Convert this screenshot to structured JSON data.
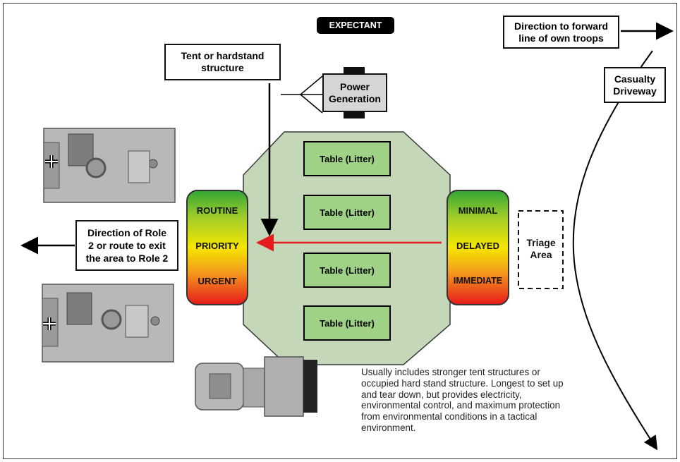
{
  "expectant": "EXPECTANT",
  "tent_label": "Tent or hardstand\nstructure",
  "power_label": "Power\nGeneration",
  "forward_label": "Direction to forward\nline of own troops",
  "driveway_label": "Casualty\nDriveway",
  "role2_label": "Direction of Role\n2 or route to exit\nthe area to Role 2",
  "triage_label": "Triage\nArea",
  "left_priorities": [
    "ROUTINE",
    "PRIORITY",
    "URGENT"
  ],
  "right_priorities": [
    "MINIMAL",
    "DELAYED",
    "IMMEDIATE"
  ],
  "tables": [
    "Table (Litter)",
    "Table (Litter)",
    "Table (Litter)",
    "Table (Litter)"
  ],
  "note": "Usually includes stronger tent structures or occupied hard stand structure. Longest to set up and tear down, but provides electricity, environmental control, and maximum protection from environmental conditions in a tactical environment."
}
